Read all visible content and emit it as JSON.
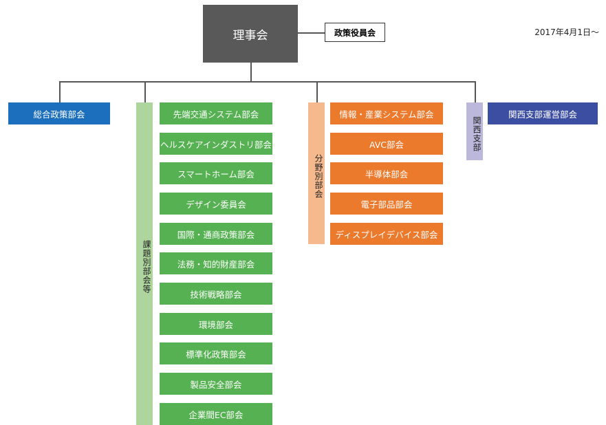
{
  "board": "理事会",
  "policy_committee": "政策役員会",
  "date": "2017年4月1日〜",
  "general": "総合政策部会",
  "kadai": {
    "label": "課題別部会等",
    "items": [
      "先端交通システム部会",
      "ヘルスケアインダストリ部会",
      "スマートホーム部会",
      "デザイン委員会",
      "国際・通商政策部会",
      "法務・知的財産部会",
      "技術戦略部会",
      "環境部会",
      "標準化政策部会",
      "製品安全部会",
      "企業間EC部会"
    ]
  },
  "bunya": {
    "label": "分野別部会",
    "items": [
      "情報・産業システム部会",
      "AVC部会",
      "半導体部会",
      "電子部品部会",
      "ディスプレイデバイス部会"
    ]
  },
  "kansai": {
    "label": "関西支部",
    "item": "関西支部運営部会"
  },
  "colors": {
    "board": "#595959",
    "general": "#1b6fbd",
    "kadai": "#55b151",
    "bunya": "#ec7a2d",
    "kansai": "#3c4ea2"
  }
}
